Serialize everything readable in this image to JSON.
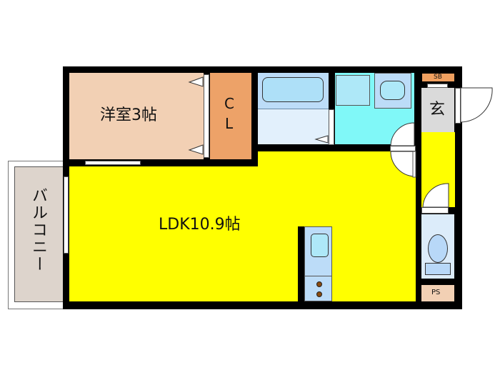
{
  "floorplan": {
    "rooms": {
      "western_room": {
        "label": "洋室3帖",
        "color": "#f2d0b4"
      },
      "closet": {
        "label_1": "C",
        "label_2": "L",
        "color": "#eda268"
      },
      "ldk": {
        "label": "LDK10.9帖",
        "color": "#ffff00"
      },
      "bathroom": {
        "color": "#bcdcf8"
      },
      "washroom": {
        "color": "#80f8f8"
      },
      "genkan": {
        "label": "玄",
        "color": "#dadada"
      },
      "shoe_box": {
        "label": "SB",
        "color": "#f0a060"
      },
      "pipe_space": {
        "label": "PS",
        "color": "#f2d0b4"
      },
      "toilet": {
        "color": "#dcecfa"
      },
      "balcony": {
        "label": "バルコニー",
        "color": "#ddd4cc"
      }
    },
    "wall_color": "#000000"
  }
}
